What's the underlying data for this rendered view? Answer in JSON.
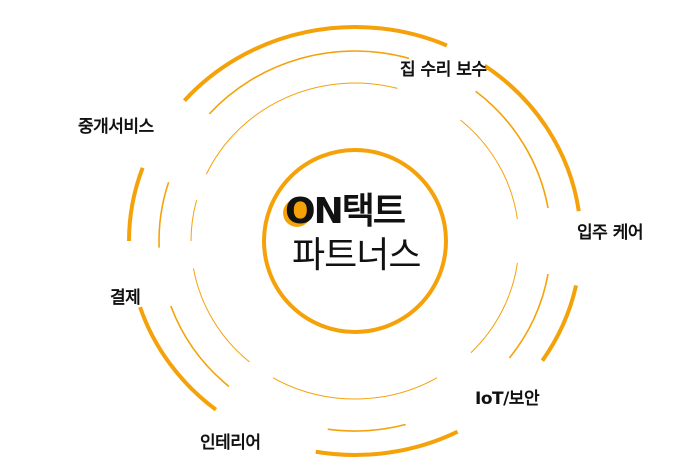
{
  "logo": {
    "line1": "ON택트",
    "line2": "파트너스"
  },
  "services": [
    "집 수리 보수",
    "입주 케어",
    "IoT/보안",
    "인테리어",
    "결제",
    "중개서비스"
  ],
  "colors": {
    "accent": "#F5A20A",
    "text": "#111111"
  }
}
